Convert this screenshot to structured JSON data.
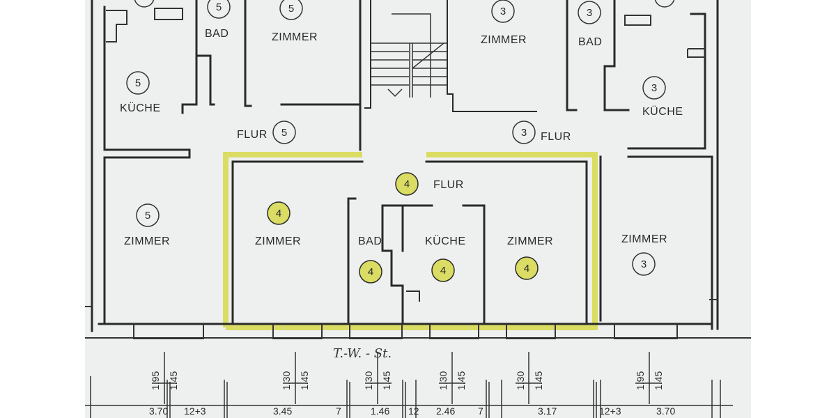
{
  "colors": {
    "highlight": "#d6d84a",
    "ink": "#2a2a2a",
    "paper": "#eef0f0"
  },
  "labels": {
    "bad": "BAD",
    "zimmer": "ZIMMER",
    "kueche": "KÜCHE",
    "flur": "FLUR"
  },
  "markers": {
    "unit3": "3",
    "unit5": "5",
    "unit4": "4"
  },
  "handwriting": "T.-W. - St.",
  "dimensions": {
    "top": [
      "1.95",
      "1.30",
      "1.30",
      "1.30",
      "1.30",
      "1.95"
    ],
    "sub": [
      "1.45",
      "1.45",
      "1.45",
      "1.45",
      "1.45",
      "1.45"
    ],
    "bottom": [
      "3.70",
      "12+3",
      "3.45",
      "7",
      "1.46",
      "12",
      "2.46",
      "7",
      "3.17",
      "12+3",
      "3.70"
    ]
  }
}
